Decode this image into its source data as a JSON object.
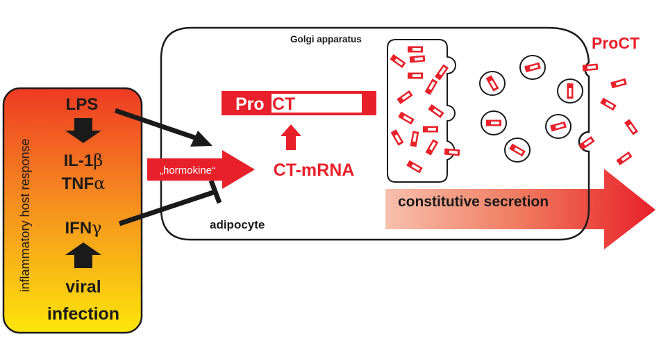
{
  "colors": {
    "red": "#e8202a",
    "black": "#1a1a1a",
    "gradient_top": "#ee3a24",
    "gradient_bottom": "#fce60a",
    "secretion_light": "#f7b7a3",
    "secretion_dark": "#e8202a"
  },
  "host_panel": {
    "vertical_label": "inflammatory host response",
    "lps": "LPS",
    "il1": "IL-1",
    "il1_greek": "β",
    "tnf": "TNF",
    "tnf_greek": "α",
    "ifn": "IFN",
    "ifn_greek": "γ",
    "viral_line1": "viral",
    "viral_line2": "infection"
  },
  "cell": {
    "label": "adipocyte",
    "golgi_label": "Golgi apparatus",
    "procalcitonin_bar": {
      "pro": "Pro",
      "ct": "CT"
    },
    "hormokine_label": "„hormokine“",
    "mrna_label": "CT-mRNA",
    "secretion_label": "constitutive secretion"
  },
  "outside": {
    "procalcitonin_label": "ProCT"
  }
}
